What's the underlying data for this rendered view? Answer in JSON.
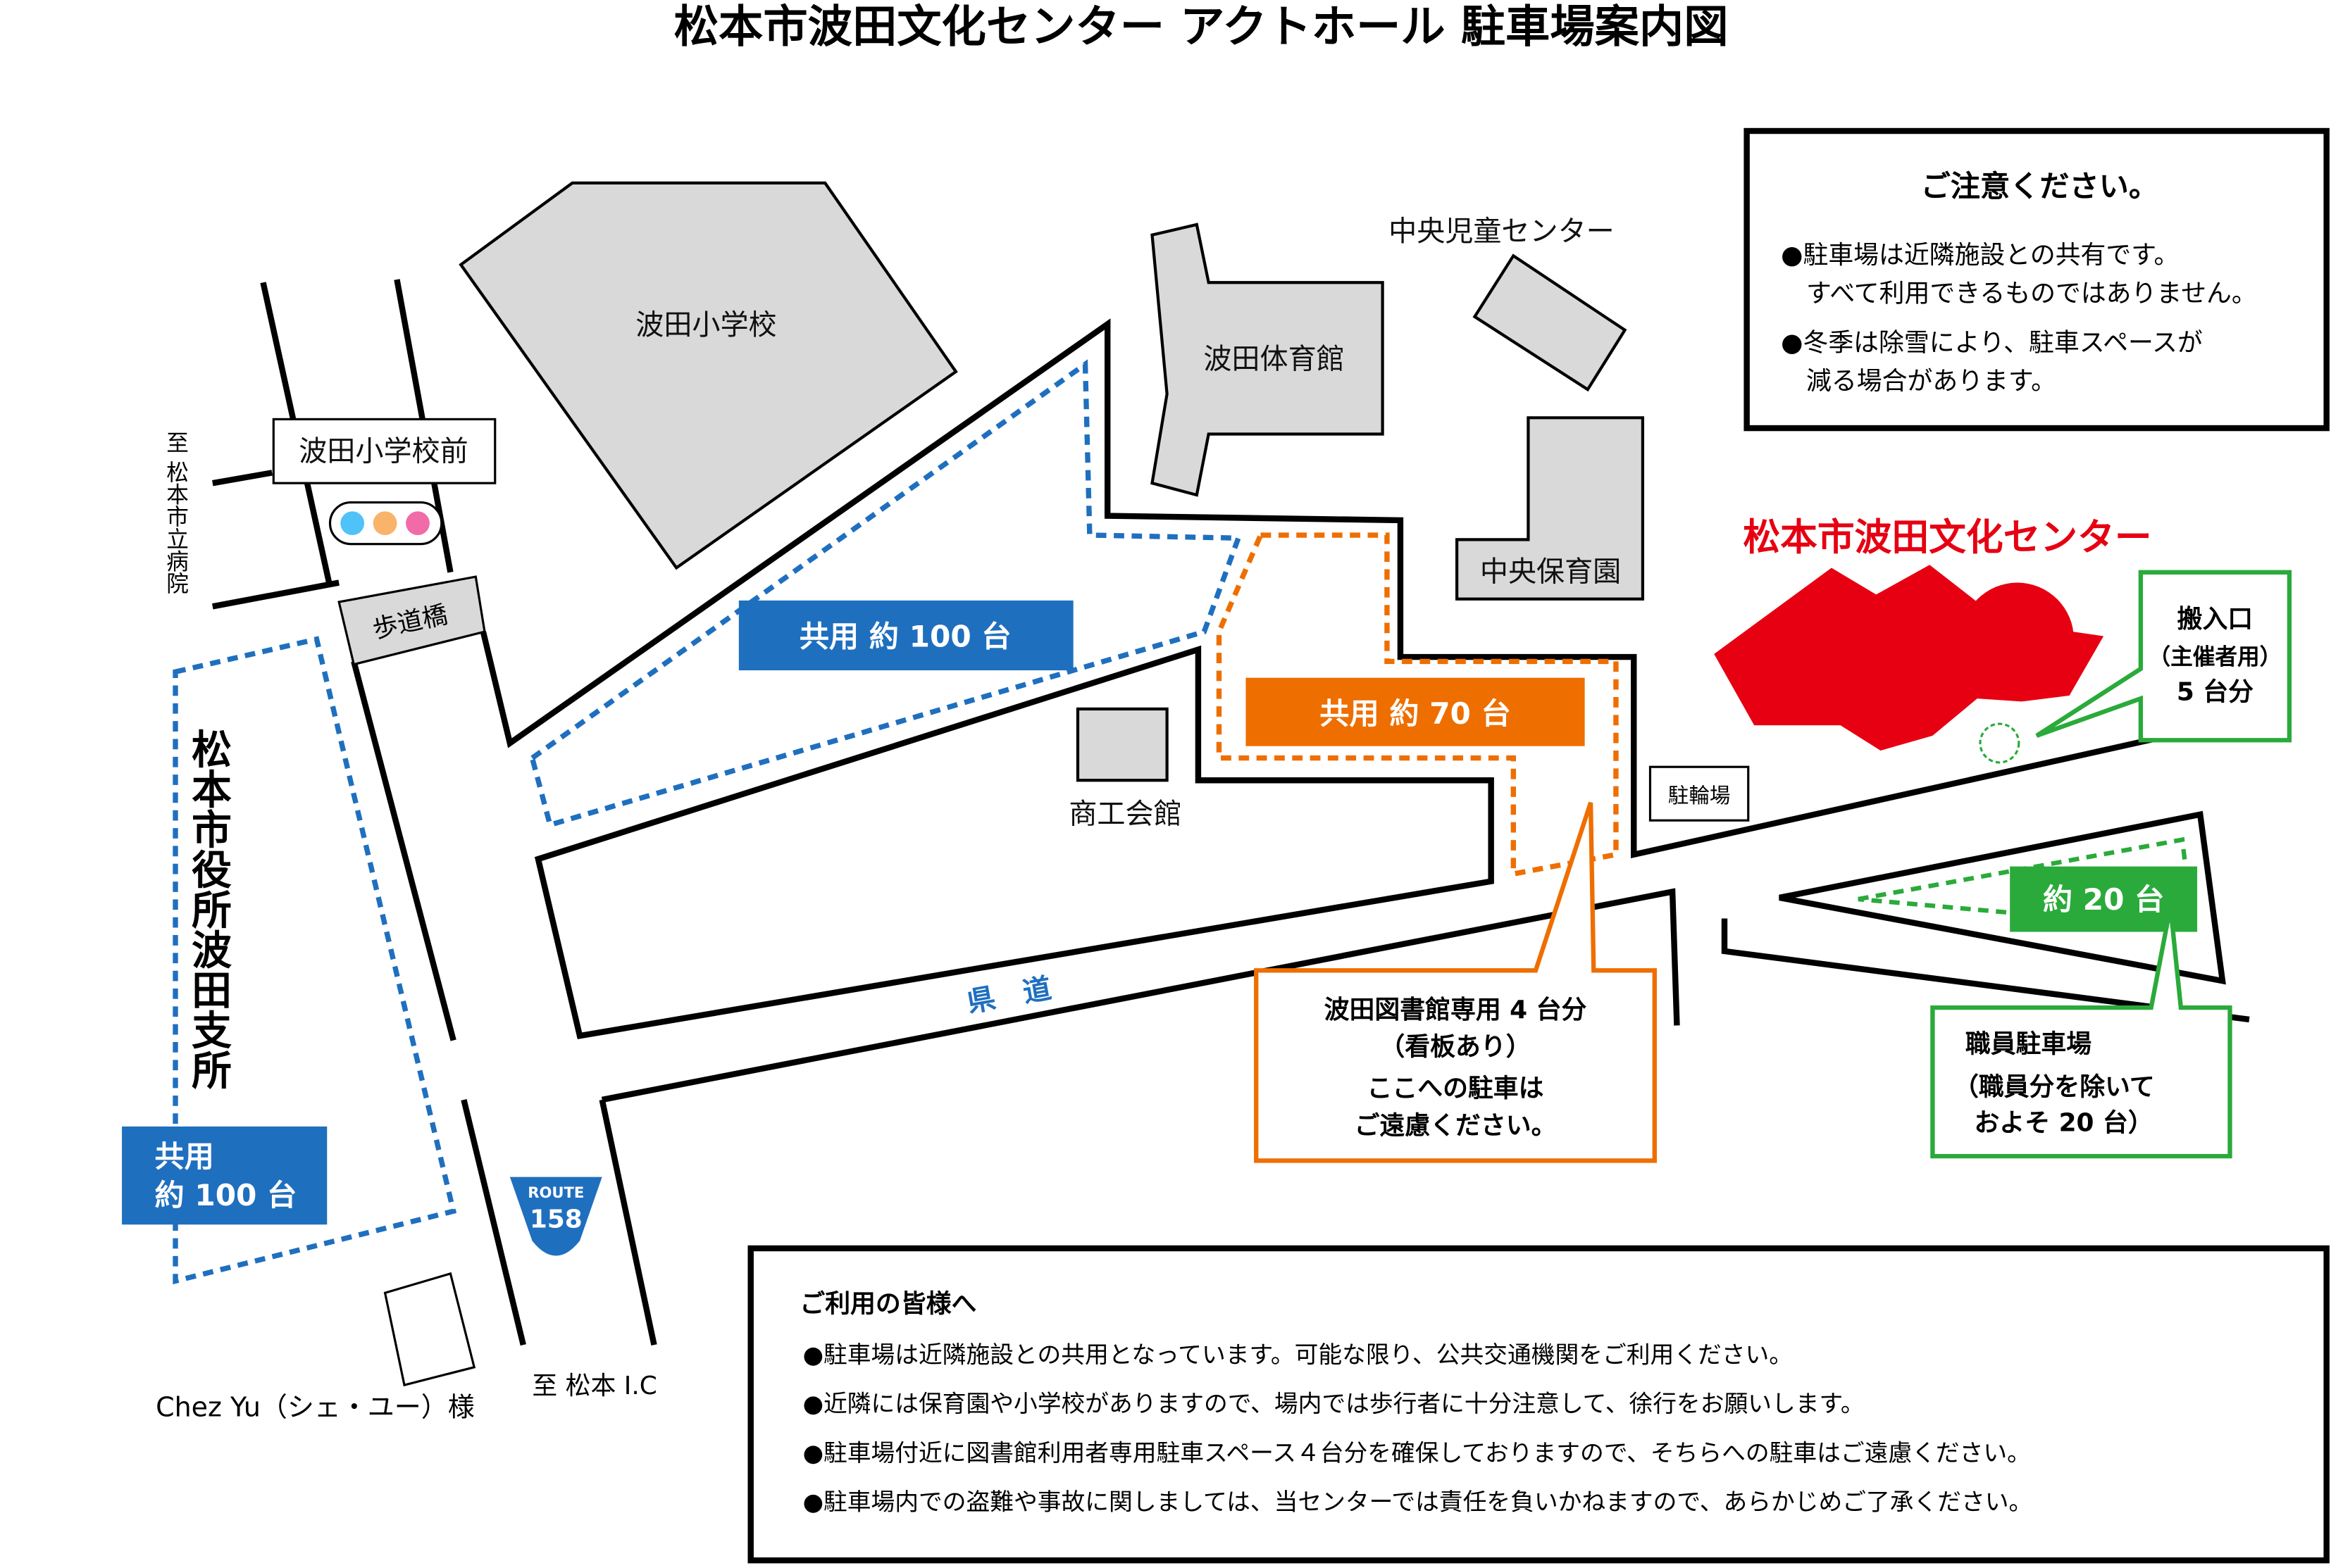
{
  "title": "松本市波田文化センター アクトホール 駐車場案内図",
  "colors": {
    "blue": "#1f6fbf",
    "orange": "#ee6e00",
    "green": "#2aaa3a",
    "red": "#e60012",
    "building": "#d9d9d9"
  },
  "buildings": {
    "school": "波田小学校",
    "gym": "波田体育館",
    "children_center": "中央児童センター",
    "nursery": "中央保育園",
    "commerce_hall": "商工会館",
    "bicycle": "駐輪場",
    "city_branch": "松本市役所波田支所",
    "main_center": "松本市波田文化センター",
    "chez_yu": "Chez Yu（シェ・ユー）様"
  },
  "places": {
    "bus_stop": "波田小学校前",
    "footbridge": "歩道橋",
    "to_hospital": "至 松本市立病院",
    "to_ic": "至 松本 I.C",
    "prefectural_road": "県　道",
    "route_label": "ROUTE",
    "route_number": "158"
  },
  "traffic_light_icon": "traffic-light-icon",
  "parking": {
    "shared_north": "共用 約 100 台",
    "shared_west_1": "共用",
    "shared_west_2": "約 100 台",
    "shared_70": "共用 約 70 台",
    "staff_20": "約 20 台"
  },
  "callouts": {
    "library": [
      "波田図書館専用 4 台分",
      "（看板あり）",
      "ここへの駐車は",
      "ご遠慮ください。"
    ],
    "staff": [
      "職員駐車場",
      "（職員分を除いて",
      "およそ 20 台）"
    ],
    "loading": [
      "搬入口",
      "（主催者用）",
      "5 台分"
    ]
  },
  "notice": {
    "title": "ご注意ください。",
    "lines": [
      "●駐車場は近隣施設との共有です。",
      "　すべて利用できるものではありません。",
      "●冬季は除雪により、駐車スペースが",
      "　減る場合があります。"
    ]
  },
  "users": {
    "title": "ご利用の皆様へ",
    "items": [
      "●駐車場は近隣施設との共用となっています。可能な限り、公共交通機関をご利用ください。",
      "●近隣には保育園や小学校がありますので、場内では歩行者に十分注意して、徐行をお願いします。",
      "●駐車場付近に図書館利用者専用駐車スペース４台分を確保しておりますので、そちらへの駐車はご遠慮ください。",
      "●駐車場内での盗難や事故に関しましては、当センターでは責任を負いかねますので、あらかじめご了承ください。"
    ]
  }
}
